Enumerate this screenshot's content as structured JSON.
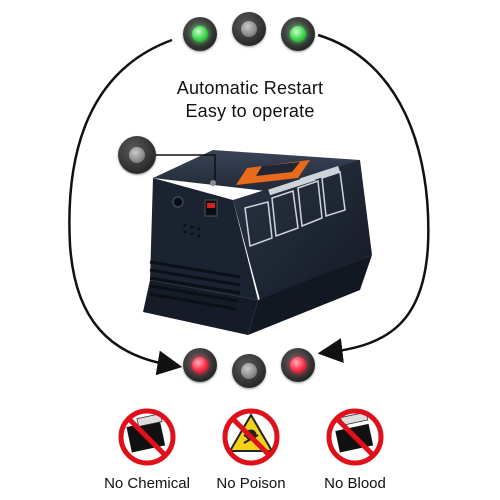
{
  "headline": {
    "line1": "Automatic Restart",
    "line2": "Easy to operate"
  },
  "top_indicators": [
    "green",
    "off",
    "green"
  ],
  "bottom_indicators": [
    "red",
    "off",
    "red"
  ],
  "device_indicator": "off",
  "badges": [
    {
      "label": "No Chemical",
      "icon": "glue-trap-prohibited-icon",
      "tag": "Glue Trap"
    },
    {
      "label": "No Poison",
      "icon": "poison-prohibited-icon"
    },
    {
      "label": "No Blood",
      "icon": "mousetrap-prohibited-icon",
      "tag": "Mousetrap"
    }
  ],
  "colors": {
    "prohibited_red": "#e0101a",
    "device_body": "#1c2431",
    "arrow": "#111111"
  }
}
